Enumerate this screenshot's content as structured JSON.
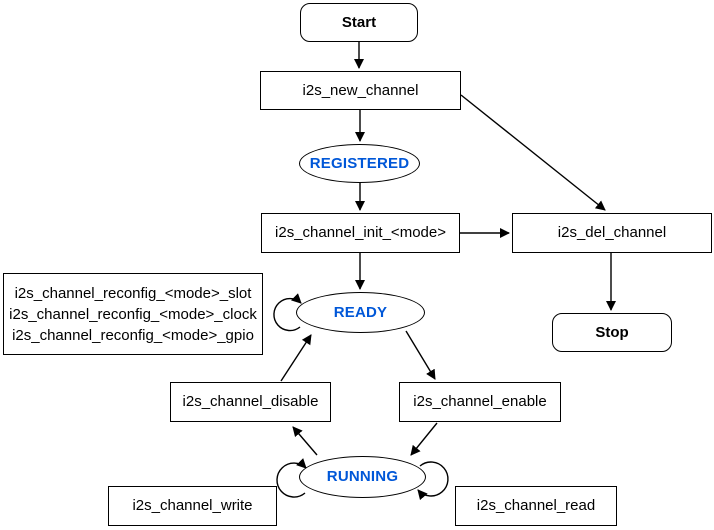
{
  "diagram": {
    "nodes": {
      "start": {
        "label": "Start"
      },
      "new_channel": {
        "label": "i2s_new_channel"
      },
      "registered": {
        "label": "REGISTERED"
      },
      "init": {
        "label": "i2s_channel_init_<mode>"
      },
      "del_channel": {
        "label": "i2s_del_channel"
      },
      "stop": {
        "label": "Stop"
      },
      "reconfig": {
        "lines": [
          "i2s_channel_reconfig_<mode>_slot",
          "i2s_channel_reconfig_<mode>_clock",
          "i2s_channel_reconfig_<mode>_gpio"
        ]
      },
      "ready": {
        "label": "READY"
      },
      "disable": {
        "label": "i2s_channel_disable"
      },
      "enable": {
        "label": "i2s_channel_enable"
      },
      "running": {
        "label": "RUNNING"
      },
      "write": {
        "label": "i2s_channel_write"
      },
      "read": {
        "label": "i2s_channel_read"
      }
    },
    "colors": {
      "state_text": "#0057D8",
      "stroke": "#000000",
      "fill": "#ffffff"
    }
  }
}
